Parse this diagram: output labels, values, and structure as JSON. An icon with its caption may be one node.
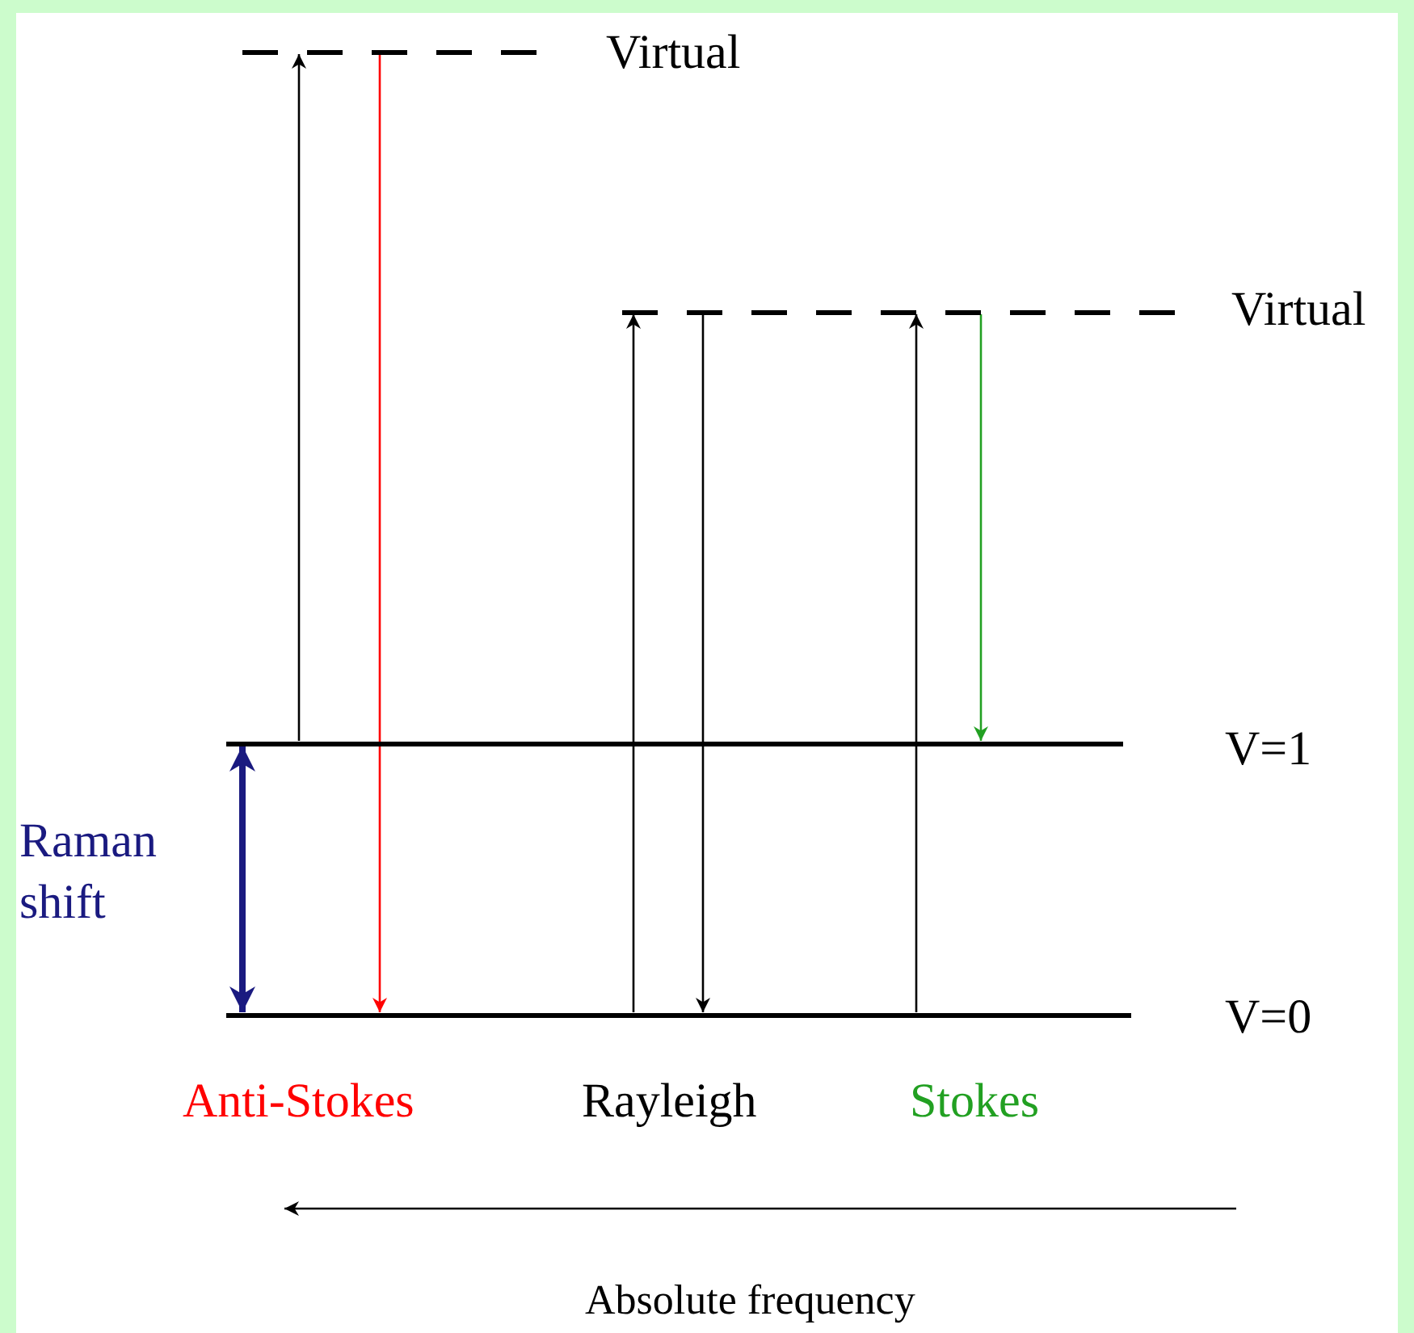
{
  "diagram": {
    "nodes": [
      {
        "text": [],
        "shape": "line",
        "beside": [
          "Virtual"
        ]
      },
      {
        "text": [],
        "shape": "line",
        "beside": [
          "Virtual"
        ]
      },
      {
        "text": [],
        "shape": "line",
        "beside": [
          "V=1"
        ]
      },
      {
        "text": [],
        "shape": "line",
        "beside": [
          "V=0"
        ]
      }
    ],
    "edges": [
      {
        "from": 2,
        "to": 0,
        "arrow": "to"
      },
      {
        "from": 0,
        "to": 3,
        "arrow": "to",
        "color": "#ff0000"
      },
      {
        "from": 3,
        "to": 1,
        "arrow": "to"
      },
      {
        "from": 1,
        "to": 3,
        "arrow": "to"
      },
      {
        "from": 3,
        "to": 1,
        "arrow": "to"
      },
      {
        "from": 1,
        "to": 2,
        "arrow": "to",
        "color": "#22a022"
      },
      {
        "from": 2,
        "to": 3,
        "arrow": "both",
        "label": "Raman shift",
        "style": "thick",
        "color": "#1a1a80"
      }
    ],
    "labels": [
      "Anti-Stokes",
      "Rayleigh",
      "Stokes",
      "Absolute frequency"
    ]
  }
}
